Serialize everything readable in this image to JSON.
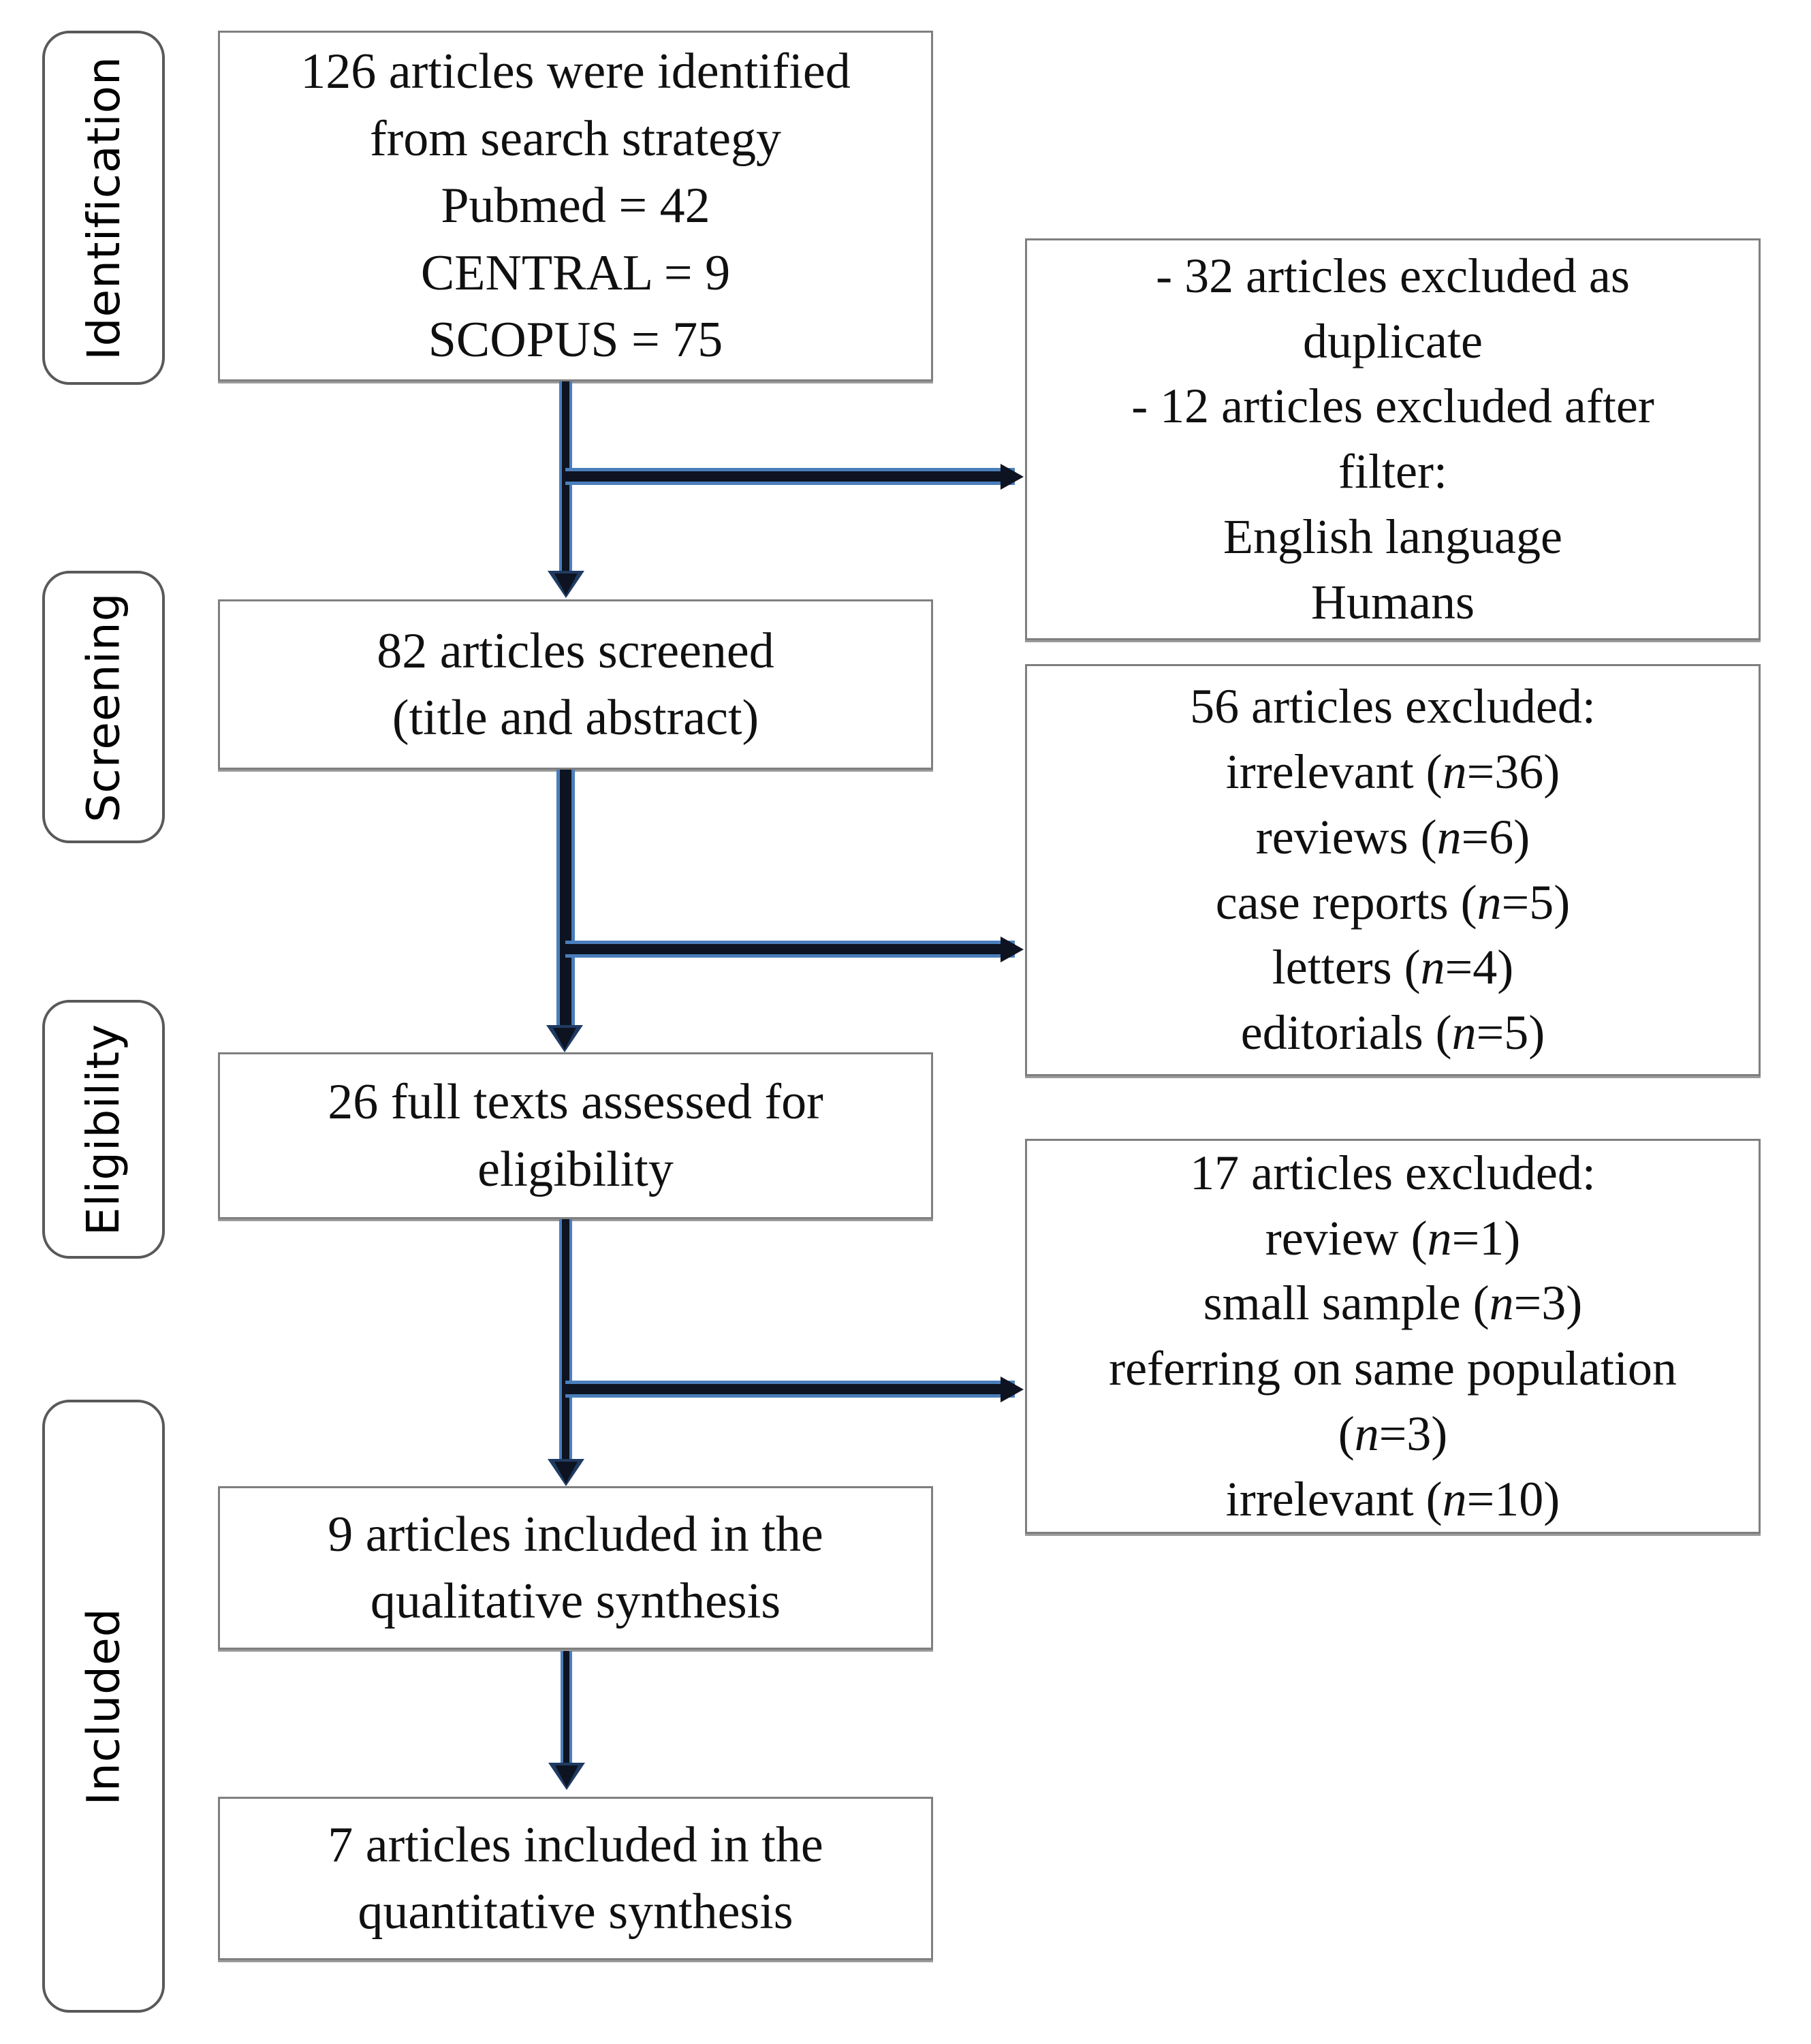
{
  "diagram": {
    "type": "prisma-flow-diagram",
    "stages": [
      {
        "id": "identification",
        "label": "Identification"
      },
      {
        "id": "screening",
        "label": "Screening"
      },
      {
        "id": "eligibility",
        "label": "Eligibility"
      },
      {
        "id": "included",
        "label": "Included"
      }
    ],
    "main_boxes": [
      {
        "id": "identified",
        "lines": [
          "126 articles were identified",
          "from search strategy",
          "Pubmed = 42",
          "CENTRAL = 9",
          "SCOPUS = 75"
        ]
      },
      {
        "id": "screened",
        "lines": [
          "82 articles screened",
          "(title and abstract)"
        ]
      },
      {
        "id": "full-texts",
        "lines": [
          "26 full texts assessed for",
          "eligibility"
        ]
      },
      {
        "id": "qualitative",
        "lines": [
          "9 articles included in the",
          "qualitative synthesis"
        ]
      },
      {
        "id": "quantitative",
        "lines": [
          "7 articles included in the",
          "quantitative synthesis"
        ]
      }
    ],
    "exclusion_boxes": [
      {
        "id": "excluded-duplicates-filter",
        "lines": [
          "-  32 articles excluded as",
          "duplicate",
          "- 12 articles excluded after",
          "filter:",
          "English language",
          "Humans"
        ]
      },
      {
        "id": "excluded-screening",
        "lines": [
          "56 articles excluded:",
          "irrelevant (n=36)",
          "reviews (n=6)",
          "case reports (n=5)",
          "letters (n=4)",
          "editorials (n=5)"
        ]
      },
      {
        "id": "excluded-eligibility",
        "lines": [
          "17 articles excluded:",
          "review (n=1)",
          "small sample (n=3)",
          "referring on same population",
          "(n=3)",
          "irrelevant (n=10)"
        ]
      }
    ],
    "counts": {
      "identified_total": 126,
      "pubmed": 42,
      "central": 9,
      "scopus": 75,
      "excluded_duplicate": 32,
      "excluded_filter": 12,
      "screened": 82,
      "excluded_screening_total": 56,
      "screen_irrelevant": 36,
      "screen_reviews": 6,
      "screen_case_reports": 5,
      "screen_letters": 4,
      "screen_editorials": 5,
      "full_texts_assessed": 26,
      "excluded_eligibility_total": 17,
      "elig_review": 1,
      "elig_small_sample": 3,
      "elig_same_population": 3,
      "elig_irrelevant": 10,
      "included_qualitative": 9,
      "included_quantitative": 7
    },
    "colors": {
      "box_border": "#7f7f7f",
      "pill_border": "#595959",
      "arrow_core": "#0d1320",
      "arrow_glow": "#4a7ebb",
      "text": "#101010",
      "background": "#ffffff"
    }
  }
}
